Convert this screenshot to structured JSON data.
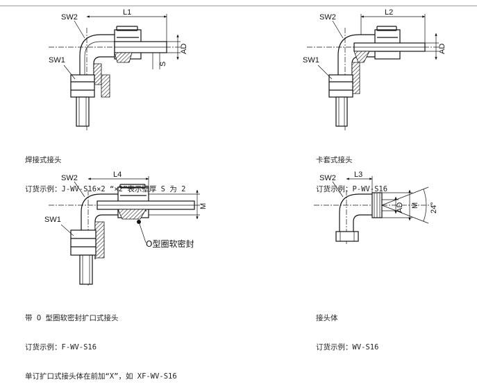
{
  "figures": [
    {
      "id": "welded",
      "labels": {
        "sw_top": "SW2",
        "sw_side": "SW1",
        "length": "L1",
        "dim_ad": "AD",
        "dim_s": "S"
      },
      "caption": [
        "焊接式接头",
        "订货示例：J-WV-S16×2 “×2”表示壁厚 S 为 2"
      ]
    },
    {
      "id": "ferrule",
      "labels": {
        "sw_top": "SW2",
        "sw_side": "SW1",
        "length": "L2",
        "dim_ad": "AD"
      },
      "caption": [
        "卡套式接头",
        "订货示例：P-WV-S16"
      ]
    },
    {
      "id": "oring-flare",
      "labels": {
        "sw_top": "SW2",
        "sw_side": "SW1",
        "length": "L4",
        "dim_m": "M",
        "callout": "O型圈软密封"
      },
      "caption": [
        "带 O 型圈软密封扩口式接头",
        "订货示例：F-WV-S16",
        "单订扩口式接头体在前加“X”，如 XF-WV-S16"
      ]
    },
    {
      "id": "body",
      "labels": {
        "sw_top": "SW2",
        "length": "L3",
        "dim_ad": "AD",
        "dim_m": "M",
        "angle": "24°"
      },
      "caption": [
        "接头体",
        "订货示例：WV-S16"
      ]
    }
  ]
}
